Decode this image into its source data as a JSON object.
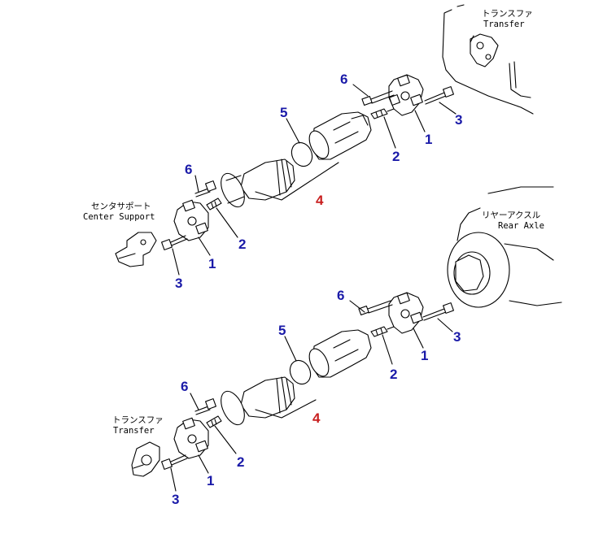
{
  "colors": {
    "callout_blue": "#1a1aa8",
    "callout_red": "#c81e1e",
    "line": "#000000",
    "background": "#ffffff"
  },
  "labels": {
    "transfer_top": {
      "jp": "トランスファ",
      "en": "Transfer"
    },
    "center_support": {
      "jp": "センタサポート",
      "en": "Center Support"
    },
    "rear_axle": {
      "jp": "リヤーアクスル",
      "en": "Rear Axle"
    },
    "transfer_bottom": {
      "jp": "トランスファ",
      "en": "Transfer"
    }
  },
  "callouts": {
    "upper": {
      "n6_right": "6",
      "n1_right": "1",
      "n2_right": "2",
      "n3_right": "3",
      "n5": "5",
      "n4": "4",
      "n6_left": "6",
      "n2_left": "2",
      "n1_left": "1",
      "n3_left": "3"
    },
    "lower": {
      "n6_right": "6",
      "n1_right": "1",
      "n2_right": "2",
      "n3_right": "3",
      "n5": "5",
      "n4": "4",
      "n6_left": "6",
      "n2_left": "2",
      "n1_left": "1",
      "n3_left": "3"
    }
  }
}
